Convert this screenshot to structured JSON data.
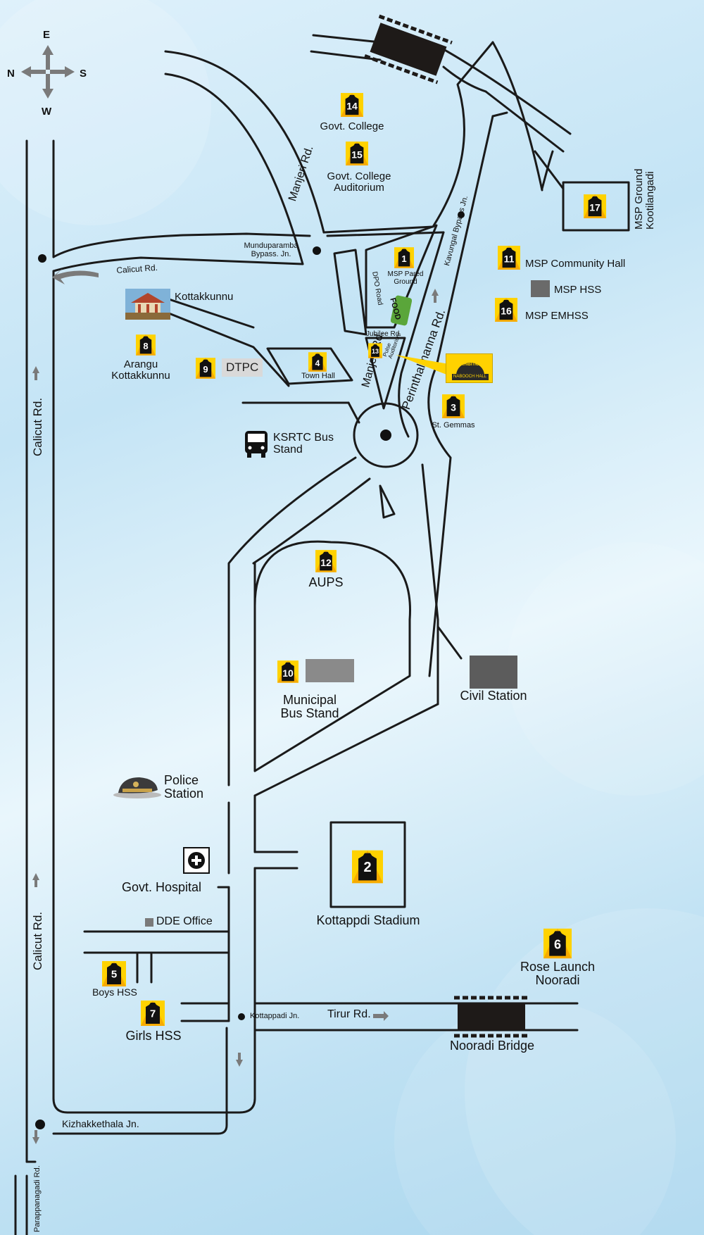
{
  "compass": {
    "east": "E",
    "west": "W",
    "north": "N",
    "south": "S"
  },
  "roads": {
    "manjeri_rd_top": "Manjeri Rd.",
    "manjeri_rd_mid": "Manjeri Rd.",
    "calicut_rd_h": "Calicut Rd.",
    "calicut_rd_v1": "Calicut Rd.",
    "calicut_rd_v2": "Calicut Rd.",
    "perinthalmanna_rd": "Perinthalmanna Rd.",
    "kavungal_bypass": "Kavungal Bypass Jn.",
    "dpo_road": "DPO Road",
    "jubilee_rd": "Jubilee Rd.",
    "tirur_rd": "Tirur Rd.",
    "parappanagadi_rd": "Parappanagadi Rd."
  },
  "junctions": {
    "munduparamba": "Munduparamba Bypass. Jn.",
    "kottappadi": "Kottappadi Jn.",
    "kizhakkethala": "Kizhakkethala Jn."
  },
  "places": {
    "p1": {
      "num": "1",
      "label": "MSP Pared Ground"
    },
    "p2": {
      "num": "2",
      "label": "Kottappdi Stadium"
    },
    "p3": {
      "num": "3",
      "label": "St. Gemmas"
    },
    "p4": {
      "num": "4",
      "label": "Town Hall"
    },
    "p5": {
      "num": "5",
      "label": "Boys HSS"
    },
    "p6": {
      "num": "6",
      "label": "Rose Launch Nooradi"
    },
    "p7": {
      "num": "7",
      "label": "Girls HSS"
    },
    "p8": {
      "num": "8",
      "label": "Arangu Kottakkunnu"
    },
    "p9": {
      "num": "9",
      "label": "DTPC"
    },
    "p10": {
      "num": "10",
      "label": "Municipal Bus Stand"
    },
    "p11": {
      "num": "11",
      "label": "MSP Community Hall"
    },
    "p12": {
      "num": "12",
      "label": "AUPS"
    },
    "p13": {
      "num": "13",
      "label": "Pulse Auditorium"
    },
    "p14": {
      "num": "14",
      "label": "Govt. College"
    },
    "p15": {
      "num": "15",
      "label": "Govt. College Auditorium"
    },
    "p16": {
      "num": "16",
      "label": "MSP EMHSS"
    },
    "p17": {
      "num": "17",
      "label": "MSP Ground Kootilangadi"
    }
  },
  "landmarks": {
    "kottakkunnu": "Kottakkunnu",
    "ksrtc": "KSRTC Bus Stand",
    "civil_station": "Civil Station",
    "police_station": "Police Station",
    "govt_hospital": "Govt. Hospital",
    "dde_office": "DDE Office",
    "msp_hss": "MSP HSS",
    "nooradi_bridge": "Nooradi Bridge",
    "food": "FOOD",
    "exhibition": "EXHIBITION",
    "nabooch_hall": "NABOOCH HALL"
  },
  "colors": {
    "road": "#1a1a1a",
    "road_fill": "#ffffff",
    "badge_yellow": "#ffd200",
    "badge_orange": "#f08a00",
    "bridge": "#1e1a18",
    "gray_building": "#7a7a7a"
  }
}
